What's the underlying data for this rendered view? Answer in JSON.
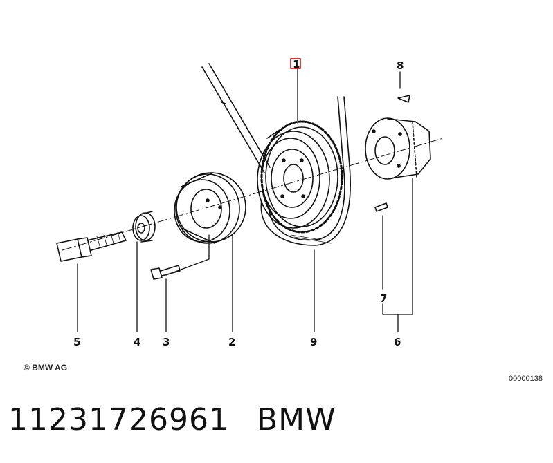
{
  "callouts": {
    "c1": "1",
    "c2": "2",
    "c3": "3",
    "c4": "4",
    "c5": "5",
    "c6": "6",
    "c7": "7",
    "c8": "8",
    "c9": "9"
  },
  "copyright": "© BMW AG",
  "diagram_number": "00000138",
  "caption": {
    "part_number": "11231726961",
    "brand": "BMW"
  },
  "colors": {
    "highlight": "#cc0000",
    "line": "#111111"
  }
}
